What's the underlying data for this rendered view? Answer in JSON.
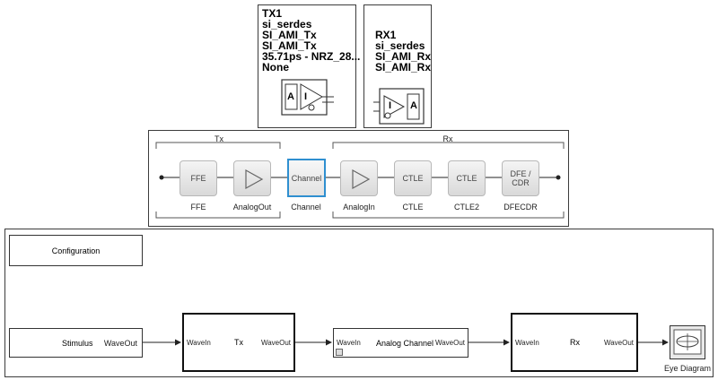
{
  "tx_block": {
    "lines": [
      "TX1",
      "si_serdes",
      "SI_AMI_Tx",
      "SI_AMI_Tx",
      "35.71ps - NRZ_28...",
      "None"
    ],
    "icon_letters": [
      "A",
      "I"
    ]
  },
  "rx_block": {
    "lines": [
      "RX1",
      "si_serdes",
      "SI_AMI_Rx",
      "SI_AMI_Rx"
    ],
    "icon_letters": [
      "I",
      "A"
    ]
  },
  "chain": {
    "tx_group_label": "Tx",
    "rx_group_label": "Rx",
    "blocks": [
      {
        "text": "FFE",
        "label": "FFE"
      },
      {
        "text": "",
        "label": "AnalogOut"
      },
      {
        "text": "Channel",
        "label": "Channel"
      },
      {
        "text": "",
        "label": "AnalogIn"
      },
      {
        "text": "CTLE",
        "label": "CTLE"
      },
      {
        "text": "CTLE",
        "label": "CTLE2"
      },
      {
        "text": "DFE / CDR",
        "label": "DFECDR"
      }
    ]
  },
  "model": {
    "configuration_label": "Configuration",
    "stimulus": {
      "name": "Stimulus",
      "out_port": "WaveOut"
    },
    "tx": {
      "in_port": "WaveIn",
      "name": "Tx",
      "out_port": "WaveOut"
    },
    "analog_channel": {
      "in_port": "WaveIn",
      "name": "Analog Channel",
      "out_port": "WaveOut"
    },
    "rx": {
      "in_port": "WaveIn",
      "name": "Rx",
      "out_port": "WaveOut"
    },
    "eye_diagram_label": "Eye Diagram"
  },
  "colors": {
    "channel_border": "#2f8fd0",
    "block_fill_top": "#f4f4f4",
    "block_fill_bottom": "#d9d9d9"
  }
}
